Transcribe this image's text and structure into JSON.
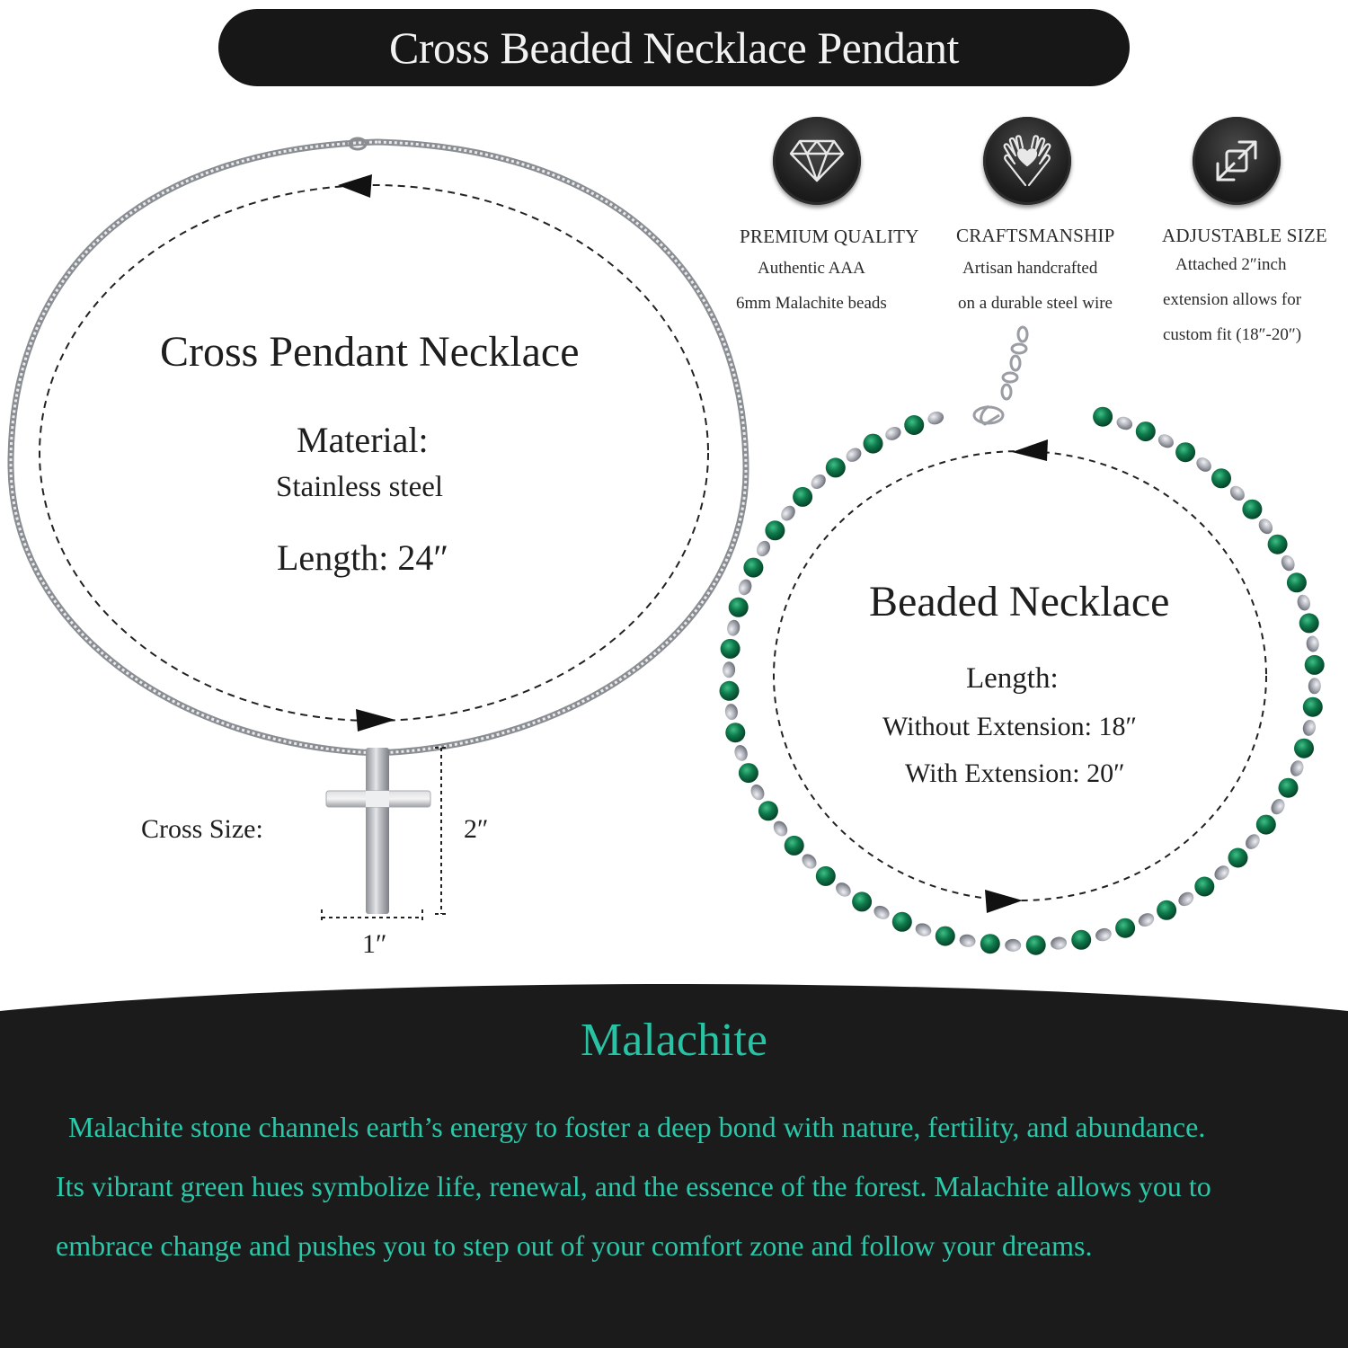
{
  "title": "Cross Beaded Necklace Pendant",
  "features": [
    {
      "icon": "diamond-icon",
      "title": "PREMIUM QUALITY",
      "lines": [
        "Authentic AAA",
        "6mm Malachite beads"
      ]
    },
    {
      "icon": "heart-hands-icon",
      "title": "CRAFTSMANSHIP",
      "lines": [
        "Artisan handcrafted",
        "on a durable steel wire"
      ]
    },
    {
      "icon": "resize-arrows-icon",
      "title": "ADJUSTABLE SIZE",
      "lines": [
        "Attached 2″inch",
        "extension allows for",
        "custom fit (18″-20″)"
      ]
    }
  ],
  "cross_necklace": {
    "heading": "Cross  Pendant Necklace",
    "material_label": "Material:",
    "material_value": "Stainless steel",
    "length": "Length: 24″",
    "cross_size_label": "Cross Size:",
    "height": "2″",
    "width": "1″"
  },
  "beaded_necklace": {
    "heading": "Beaded Necklace",
    "length_label": "Length:",
    "without_extension": "Without Extension: 18″",
    "with_extension": "With Extension: 20″"
  },
  "malachite": {
    "title": "Malachite",
    "lines": [
      "Malachite stone channels earth’s energy to foster a deep bond with nature, fertility, and abundance.",
      "Its vibrant green hues symbolize life, renewal, and the essence of the forest. Malachite allows you to",
      "embrace change and pushes you to step out of your comfort zone and follow your dreams."
    ]
  },
  "colors": {
    "banner": "#171717",
    "accent_teal": "#2bc9aa",
    "malachite_green": "#0e6b45",
    "bead_silver": "#a9acb2"
  }
}
